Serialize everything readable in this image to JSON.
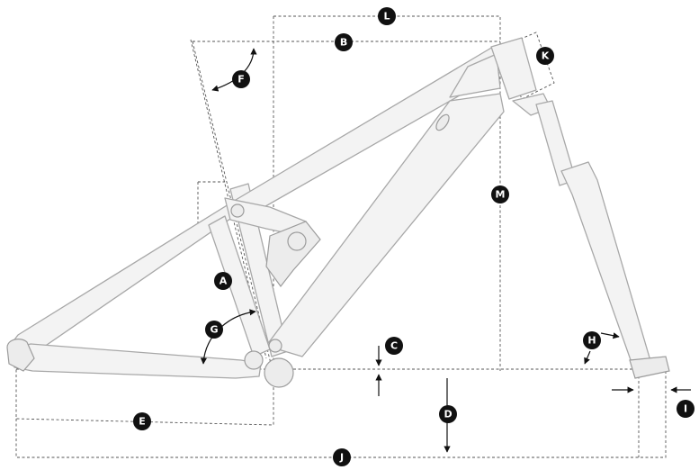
{
  "labels": {
    "A": "A",
    "B": "B",
    "C": "C",
    "D": "D",
    "E": "E",
    "F": "F",
    "G": "G",
    "H": "H",
    "I": "I",
    "J": "J",
    "K": "K",
    "L": "L",
    "M": "M"
  },
  "colors": {
    "frame_fill": "#f3f3f3",
    "frame_stroke": "#a8a8a8",
    "badge": "#111111",
    "dimension_line": "#555555"
  }
}
